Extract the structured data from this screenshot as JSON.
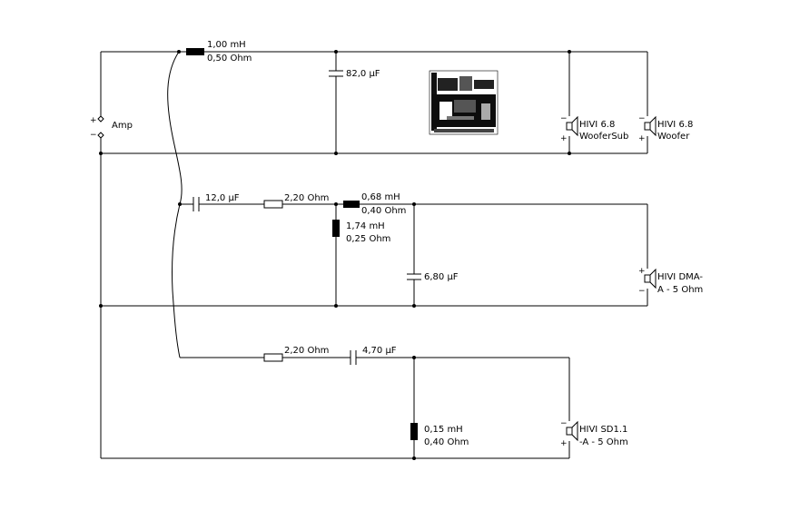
{
  "amp": {
    "label": "Amp",
    "plus": "+",
    "minus": "−"
  },
  "woofer_section": {
    "l1": {
      "value": "1,00 mH",
      "resistance": "0,50 Ohm"
    },
    "c1": {
      "value": "82,0 µF"
    },
    "speaker_sub": {
      "line1": "HIVI 6.8",
      "line2": "WooferSub"
    },
    "speaker_woofer": {
      "line1": "HIVI 6.8",
      "line2": "Woofer"
    }
  },
  "mid_section": {
    "c_series": {
      "value": "12,0 µF"
    },
    "r_series": {
      "value": "2,20 Ohm"
    },
    "l_series": {
      "value": "0,68 mH",
      "resistance": "0,40 Ohm"
    },
    "l_shunt": {
      "value": "1,74 mH",
      "resistance": "0,25 Ohm"
    },
    "c_shunt": {
      "value": "6,80 µF"
    },
    "speaker": {
      "line1": "HIVI DMA-",
      "line2": "A - 5 Ohm"
    }
  },
  "tweeter_section": {
    "r_series": {
      "value": "2,20 Ohm"
    },
    "c_series": {
      "value": "4,70 µF"
    },
    "l_shunt": {
      "value": "0,15 mH",
      "resistance": "0,40 Ohm"
    },
    "speaker": {
      "line1": "HIVI SD1.1",
      "line2": "-A - 5 Ohm"
    }
  },
  "speaker_polarity": {
    "plus": "+",
    "minus": "−"
  },
  "icons": {
    "terminal": "terminal-diamond-icon",
    "photo": "woofer-photo-thumbnail"
  }
}
